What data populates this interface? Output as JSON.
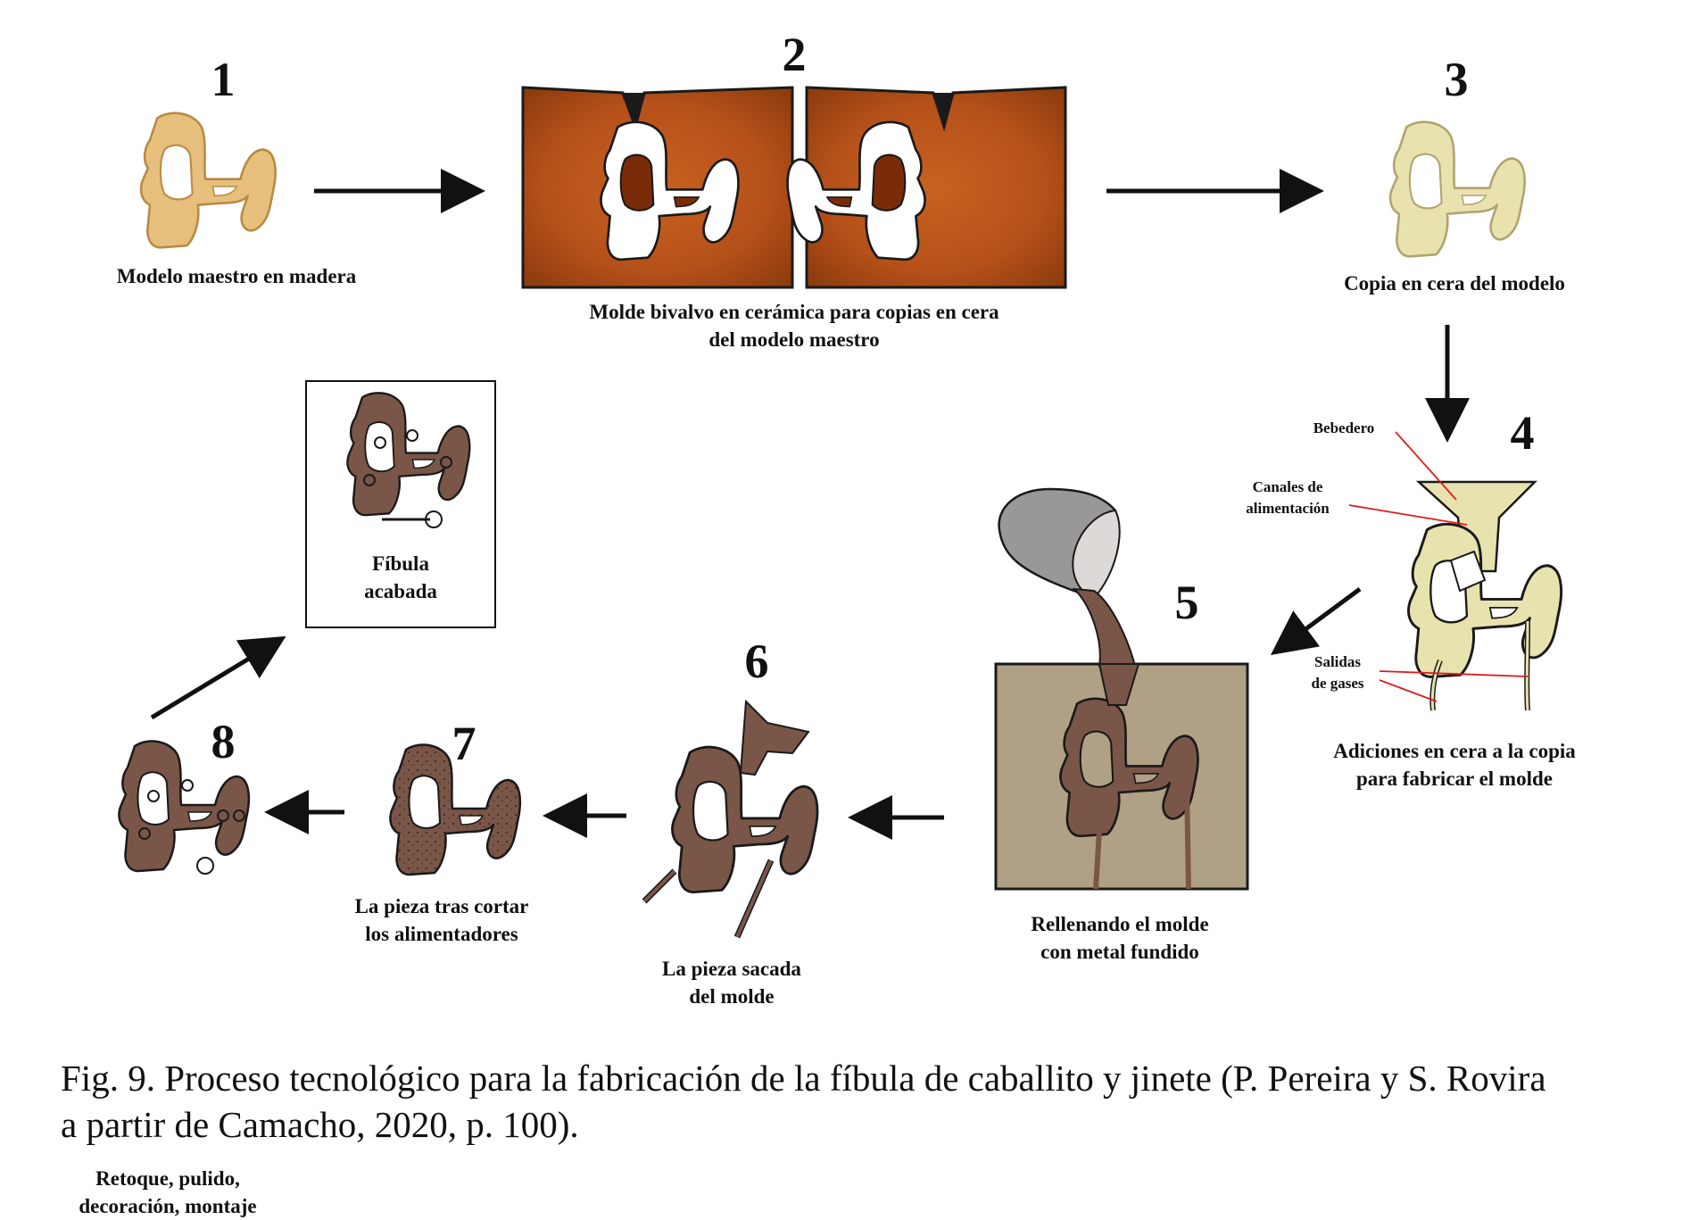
{
  "steps": [
    {
      "number": "1",
      "label": "Modelo maestro en madera"
    },
    {
      "number": "2",
      "label_lines": [
        "Molde bivalvo en cerámica para copias en cera",
        "del modelo maestro"
      ]
    },
    {
      "number": "3",
      "label": "Copia en cera del modelo"
    },
    {
      "number": "4",
      "label_lines": [
        "Adiciones en cera a la copia",
        "para fabricar el molde"
      ],
      "annotations": {
        "bebedero": "Bebedero",
        "canales": [
          "Canales de",
          "alimentación"
        ],
        "salidas": [
          "Salidas",
          "de gases"
        ]
      }
    },
    {
      "number": "5",
      "label_lines": [
        "Rellenando el molde",
        "con metal fundido"
      ]
    },
    {
      "number": "6",
      "label_lines": [
        "La pieza sacada",
        "del molde"
      ]
    },
    {
      "number": "7",
      "label_lines": [
        "La pieza tras cortar",
        "los alimentadores"
      ]
    },
    {
      "number": "8",
      "label_lines": [
        "Retoque, pulido,",
        "decoración, montaje"
      ]
    }
  ],
  "finished": {
    "label_lines": [
      "Fíbula",
      "acabada"
    ]
  },
  "caption": {
    "lines": [
      "Fig. 9. Proceso tecnológico para la fabricación de la fíbula de caballito y jinete (P. Pereira y S. Rovira",
      "a partir de Camacho, 2020, p. 100)."
    ]
  },
  "colors": {
    "wood": "#e6c07c",
    "wood_dark": "#b98a45",
    "ceramic": "#b5501a",
    "ceramic_dark": "#7a2c08",
    "wax": "#e8e2ae",
    "bronze": "#7a5648",
    "mold_sand": "#b0a085",
    "crucible": "#9a9797",
    "annotation_line": "#e21b1b",
    "outline": "#1a1a1a"
  }
}
